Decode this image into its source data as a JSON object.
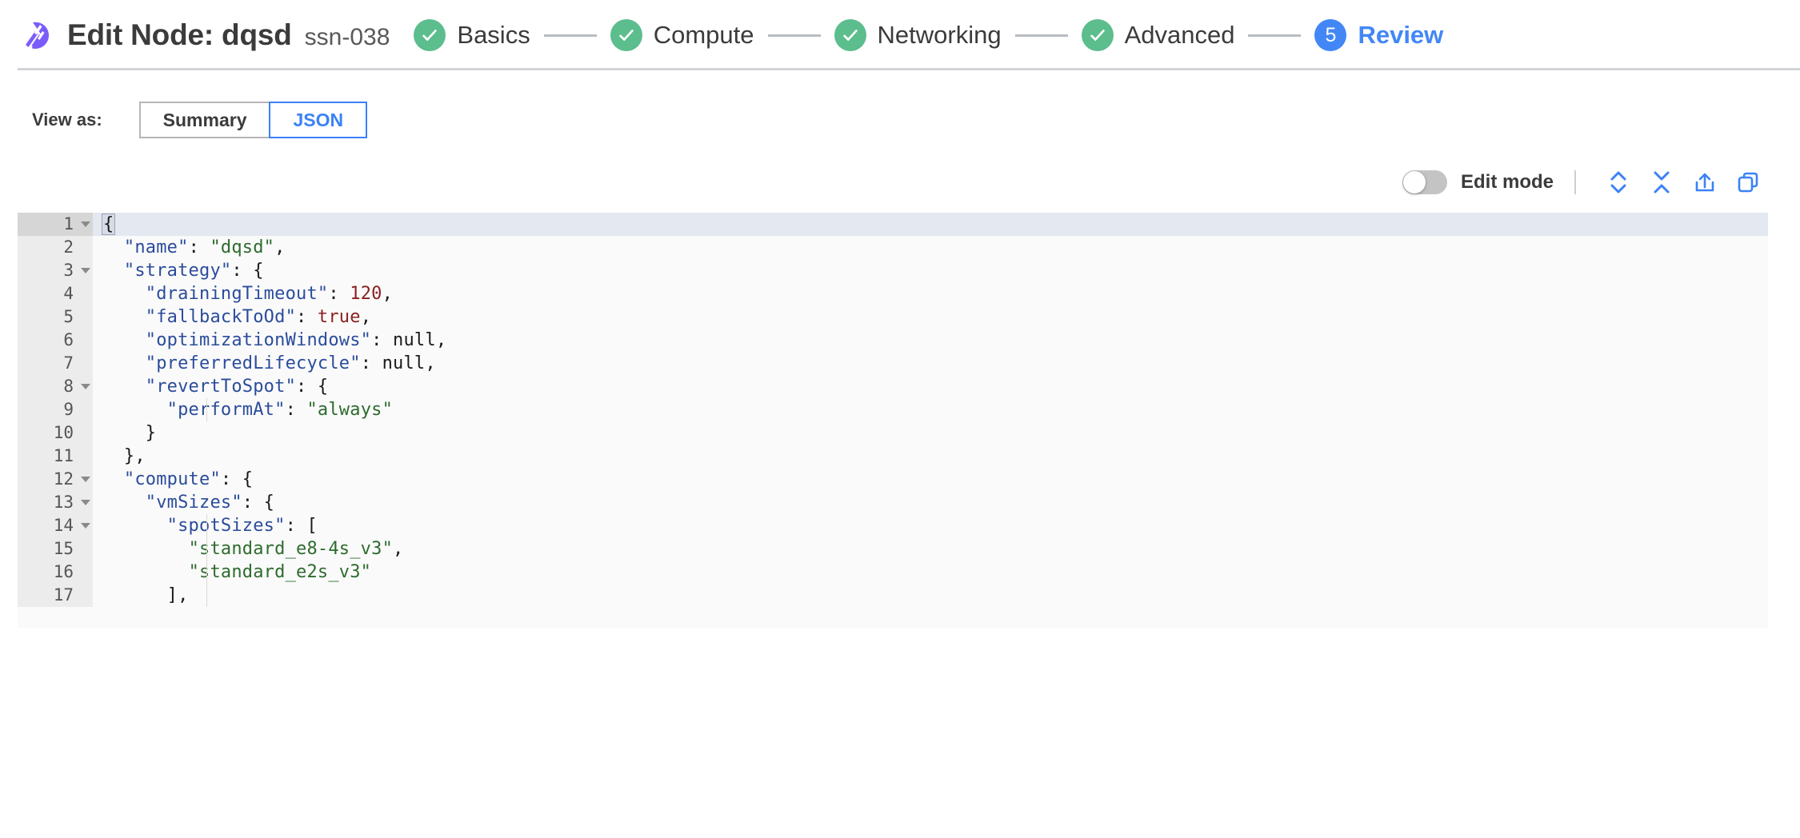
{
  "header": {
    "logo_icon": "spot-logo-icon",
    "title": "Edit Node: dqsd",
    "subtitle": "ssn-038",
    "steps": [
      {
        "label": "Basics",
        "state": "done",
        "icon": "check-icon"
      },
      {
        "label": "Compute",
        "state": "done",
        "icon": "check-icon"
      },
      {
        "label": "Networking",
        "state": "done",
        "icon": "check-icon"
      },
      {
        "label": "Advanced",
        "state": "done",
        "icon": "check-icon"
      },
      {
        "label": "Review",
        "state": "active",
        "number": "5"
      }
    ]
  },
  "view_as": {
    "label": "View as:",
    "options": [
      {
        "label": "Summary",
        "selected": false
      },
      {
        "label": "JSON",
        "selected": true
      }
    ]
  },
  "editor_toolbar": {
    "toggle_label": "Edit mode",
    "toggle_on": false,
    "icons": [
      {
        "name": "expand-all-icon",
        "title": "Expand all"
      },
      {
        "name": "collapse-all-icon",
        "title": "Collapse all"
      },
      {
        "name": "export-icon",
        "title": "Export"
      },
      {
        "name": "copy-icon",
        "title": "Copy"
      }
    ]
  },
  "colors": {
    "accent_blue": "#3b82f6",
    "step_done_green": "#5cbd8d",
    "step_active_blue": "#4287f5",
    "brand_purple": "#7B5CFA",
    "json_key": "#2b4c9b",
    "json_string": "#2e6b2e",
    "json_number": "#8b2020",
    "active_line_bg": "#e4e8f0",
    "gutter_bg": "#ececec"
  },
  "code": {
    "active_line": 1,
    "lines": [
      {
        "n": "1",
        "fold": true,
        "indent_guides": [],
        "tokens": [
          {
            "t": "{",
            "c": "punct",
            "hl": true
          }
        ]
      },
      {
        "n": "2",
        "fold": false,
        "indent_guides": [],
        "tokens": [
          {
            "t": "  ",
            "c": "punct"
          },
          {
            "t": "\"name\"",
            "c": "key"
          },
          {
            "t": ": ",
            "c": "punct"
          },
          {
            "t": "\"dqsd\"",
            "c": "str"
          },
          {
            "t": ",",
            "c": "punct"
          }
        ]
      },
      {
        "n": "3",
        "fold": true,
        "indent_guides": [],
        "tokens": [
          {
            "t": "  ",
            "c": "punct"
          },
          {
            "t": "\"strategy\"",
            "c": "key"
          },
          {
            "t": ": {",
            "c": "punct"
          }
        ]
      },
      {
        "n": "4",
        "fold": false,
        "indent_guides": [],
        "tokens": [
          {
            "t": "    ",
            "c": "punct"
          },
          {
            "t": "\"drainingTimeout\"",
            "c": "key"
          },
          {
            "t": ": ",
            "c": "punct"
          },
          {
            "t": "120",
            "c": "num"
          },
          {
            "t": ",",
            "c": "punct"
          }
        ]
      },
      {
        "n": "5",
        "fold": false,
        "indent_guides": [],
        "tokens": [
          {
            "t": "    ",
            "c": "punct"
          },
          {
            "t": "\"fallbackToOd\"",
            "c": "key"
          },
          {
            "t": ": ",
            "c": "punct"
          },
          {
            "t": "true",
            "c": "bool"
          },
          {
            "t": ",",
            "c": "punct"
          }
        ]
      },
      {
        "n": "6",
        "fold": false,
        "indent_guides": [],
        "tokens": [
          {
            "t": "    ",
            "c": "punct"
          },
          {
            "t": "\"optimizationWindows\"",
            "c": "key"
          },
          {
            "t": ": ",
            "c": "punct"
          },
          {
            "t": "null",
            "c": "null"
          },
          {
            "t": ",",
            "c": "punct"
          }
        ]
      },
      {
        "n": "7",
        "fold": false,
        "indent_guides": [],
        "tokens": [
          {
            "t": "    ",
            "c": "punct"
          },
          {
            "t": "\"preferredLifecycle\"",
            "c": "key"
          },
          {
            "t": ": ",
            "c": "punct"
          },
          {
            "t": "null",
            "c": "null"
          },
          {
            "t": ",",
            "c": "punct"
          }
        ]
      },
      {
        "n": "8",
        "fold": true,
        "indent_guides": [],
        "tokens": [
          {
            "t": "    ",
            "c": "punct"
          },
          {
            "t": "\"revertToSpot\"",
            "c": "key"
          },
          {
            "t": ": {",
            "c": "punct"
          }
        ]
      },
      {
        "n": "9",
        "fold": false,
        "indent_guides": [
          142
        ],
        "tokens": [
          {
            "t": "      ",
            "c": "punct"
          },
          {
            "t": "\"performAt\"",
            "c": "key"
          },
          {
            "t": ": ",
            "c": "punct"
          },
          {
            "t": "\"always\"",
            "c": "str"
          }
        ]
      },
      {
        "n": "10",
        "fold": false,
        "indent_guides": [],
        "tokens": [
          {
            "t": "    }",
            "c": "punct"
          }
        ]
      },
      {
        "n": "11",
        "fold": false,
        "indent_guides": [],
        "tokens": [
          {
            "t": "  },",
            "c": "punct"
          }
        ]
      },
      {
        "n": "12",
        "fold": true,
        "indent_guides": [],
        "tokens": [
          {
            "t": "  ",
            "c": "punct"
          },
          {
            "t": "\"compute\"",
            "c": "key"
          },
          {
            "t": ": {",
            "c": "punct"
          }
        ]
      },
      {
        "n": "13",
        "fold": true,
        "indent_guides": [],
        "tokens": [
          {
            "t": "    ",
            "c": "punct"
          },
          {
            "t": "\"vmSizes\"",
            "c": "key"
          },
          {
            "t": ": {",
            "c": "punct"
          }
        ]
      },
      {
        "n": "14",
        "fold": true,
        "indent_guides": [
          142
        ],
        "tokens": [
          {
            "t": "      ",
            "c": "punct"
          },
          {
            "t": "\"spotSizes\"",
            "c": "key"
          },
          {
            "t": ": [",
            "c": "punct"
          }
        ]
      },
      {
        "n": "15",
        "fold": false,
        "indent_guides": [
          142
        ],
        "tokens": [
          {
            "t": "        ",
            "c": "punct"
          },
          {
            "t": "\"standard_e8-4s_v3\"",
            "c": "str"
          },
          {
            "t": ",",
            "c": "punct"
          }
        ]
      },
      {
        "n": "16",
        "fold": false,
        "indent_guides": [
          142
        ],
        "tokens": [
          {
            "t": "        ",
            "c": "punct"
          },
          {
            "t": "\"standard_e2s_v3\"",
            "c": "str"
          }
        ]
      },
      {
        "n": "17",
        "fold": false,
        "indent_guides": [
          142
        ],
        "tokens": [
          {
            "t": "      ],",
            "c": "punct"
          }
        ]
      }
    ]
  }
}
